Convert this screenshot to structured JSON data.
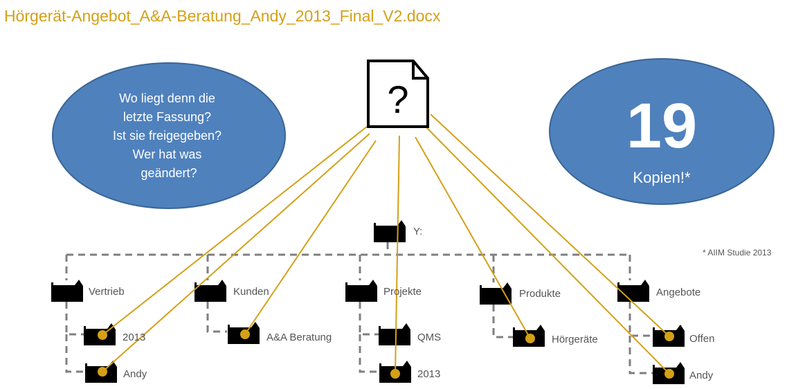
{
  "title": "Hörgerät-Angebot_A&A-Beratung_Andy_2013_Final_V2.docx",
  "question_bubble": {
    "lines": [
      "Wo liegt denn die",
      "letzte Fassung?",
      "Ist sie freigegeben?",
      "Wer hat was",
      "geändert?"
    ]
  },
  "count_bubble": {
    "number": "19",
    "label": "Kopien!*"
  },
  "document_icon": {
    "glyph": "?"
  },
  "root": {
    "label": "Y:"
  },
  "footnote": "* AIIM Studie 2013",
  "folders": [
    {
      "label": "Vertrieb",
      "children": [
        "2013",
        "Andy"
      ]
    },
    {
      "label": "Kunden",
      "children": [
        "A&A Beratung"
      ]
    },
    {
      "label": "Projekte",
      "children": [
        "QMS",
        "2013"
      ]
    },
    {
      "label": "Produkte",
      "children": [
        "Hörgeräte"
      ]
    },
    {
      "label": "Angebote",
      "children": [
        "Offen",
        "Andy"
      ]
    }
  ],
  "colors": {
    "accent": "#d4a017",
    "bubble": "#4f81bd",
    "bubble_border": "#3a6595",
    "tree_line": "#7f7f7f",
    "folder": "#000000"
  }
}
